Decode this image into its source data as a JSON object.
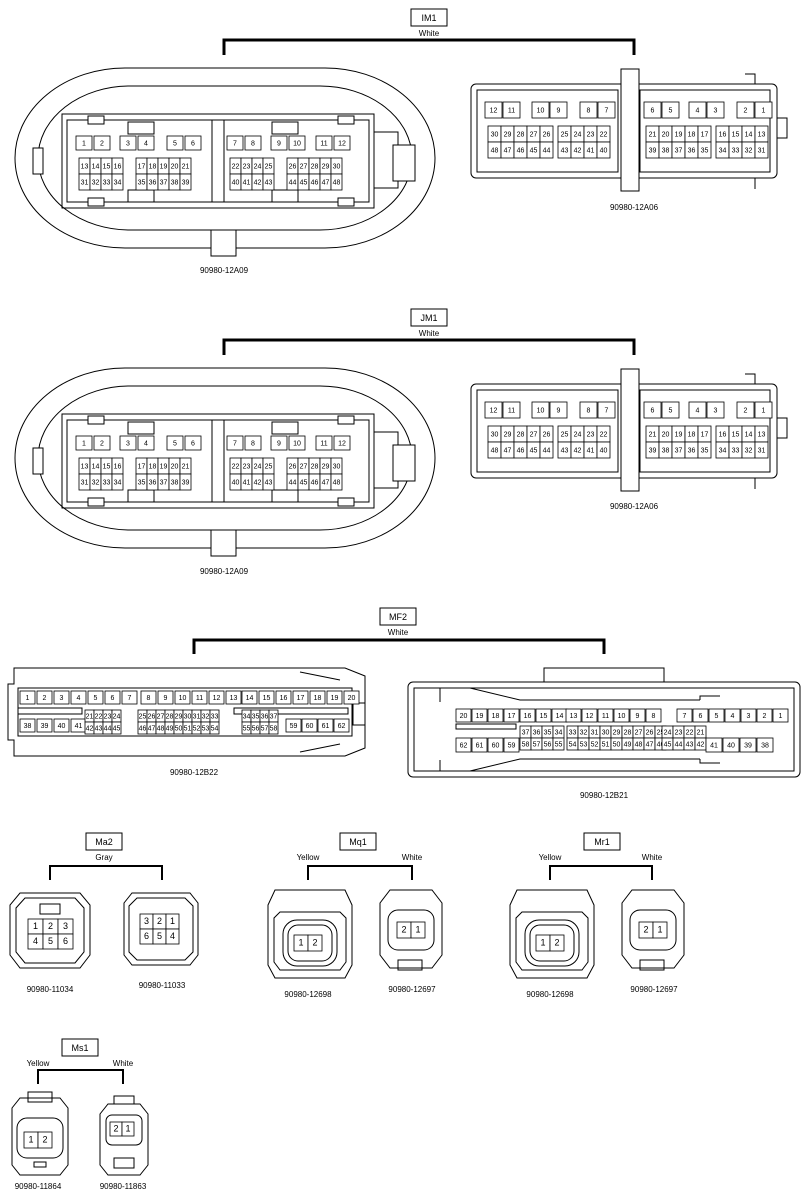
{
  "groups": [
    {
      "tag": "IM1",
      "color": "White",
      "connectors": [
        {
          "part": "90980-12A09",
          "rows": [
            [
              "1",
              "2",
              "3",
              "4",
              "5",
              "6",
              "7",
              "8",
              "9",
              "10",
              "11",
              "12"
            ],
            [
              "13",
              "14",
              "15",
              "16",
              "17",
              "18",
              "19",
              "20",
              "21",
              "22",
              "23",
              "24",
              "25",
              "26",
              "27",
              "28",
              "29",
              "30"
            ],
            [
              "31",
              "32",
              "33",
              "34",
              "35",
              "36",
              "37",
              "38",
              "39",
              "40",
              "41",
              "42",
              "43",
              "44",
              "45",
              "46",
              "47",
              "48"
            ]
          ]
        },
        {
          "part": "90980-12A06",
          "rows": [
            [
              "12",
              "11",
              "10",
              "9",
              "8",
              "7",
              "6",
              "5",
              "4",
              "3",
              "2",
              "1"
            ],
            [
              "30",
              "29",
              "28",
              "27",
              "26",
              "25",
              "24",
              "23",
              "22",
              "21",
              "20",
              "19",
              "18",
              "17",
              "16",
              "15",
              "14",
              "13"
            ],
            [
              "48",
              "47",
              "46",
              "45",
              "44",
              "43",
              "42",
              "41",
              "40",
              "39",
              "38",
              "37",
              "36",
              "35",
              "34",
              "33",
              "32",
              "31"
            ]
          ]
        }
      ]
    },
    {
      "tag": "JM1",
      "color": "White",
      "connectors": [
        {
          "part": "90980-12A09",
          "rows": [
            [
              "1",
              "2",
              "3",
              "4",
              "5",
              "6",
              "7",
              "8",
              "9",
              "10",
              "11",
              "12"
            ],
            [
              "13",
              "14",
              "15",
              "16",
              "17",
              "18",
              "19",
              "20",
              "21",
              "22",
              "23",
              "24",
              "25",
              "26",
              "27",
              "28",
              "29",
              "30"
            ],
            [
              "31",
              "32",
              "33",
              "34",
              "35",
              "36",
              "37",
              "38",
              "39",
              "40",
              "41",
              "42",
              "43",
              "44",
              "45",
              "46",
              "47",
              "48"
            ]
          ]
        },
        {
          "part": "90980-12A06",
          "rows": [
            [
              "12",
              "11",
              "10",
              "9",
              "8",
              "7",
              "6",
              "5",
              "4",
              "3",
              "2",
              "1"
            ],
            [
              "30",
              "29",
              "28",
              "27",
              "26",
              "25",
              "24",
              "23",
              "22",
              "21",
              "20",
              "19",
              "18",
              "17",
              "16",
              "15",
              "14",
              "13"
            ],
            [
              "48",
              "47",
              "46",
              "45",
              "44",
              "43",
              "42",
              "41",
              "40",
              "39",
              "38",
              "37",
              "36",
              "35",
              "34",
              "33",
              "32",
              "31"
            ]
          ]
        }
      ]
    },
    {
      "tag": "MF2",
      "color": "White",
      "connectors": [
        {
          "part": "90980-12B22",
          "rows": [
            [
              "1",
              "2",
              "3",
              "4",
              "5",
              "6",
              "7",
              "8",
              "9",
              "10",
              "11",
              "12",
              "13",
              "14",
              "15",
              "16",
              "17",
              "18",
              "19",
              "20"
            ],
            [
              "38",
              "39",
              "40",
              "41",
              "21",
              "22",
              "23",
              "24",
              "25",
              "26",
              "27",
              "28",
              "29",
              "30",
              "31",
              "32",
              "33",
              "34",
              "35",
              "36",
              "37",
              "59",
              "60",
              "61",
              "62"
            ],
            [
              "42",
              "43",
              "44",
              "45",
              "46",
              "47",
              "48",
              "49",
              "50",
              "51",
              "52",
              "53",
              "54",
              "55",
              "56",
              "57",
              "58"
            ]
          ]
        },
        {
          "part": "90980-12B21",
          "rows": [
            [
              "20",
              "19",
              "18",
              "17",
              "16",
              "15",
              "14",
              "13",
              "12",
              "11",
              "10",
              "9",
              "8",
              "7",
              "6",
              "5",
              "4",
              "3",
              "2",
              "1"
            ],
            [
              "37",
              "36",
              "35",
              "34",
              "33",
              "32",
              "31",
              "30",
              "29",
              "28",
              "27",
              "26",
              "25",
              "24",
              "23",
              "22",
              "21"
            ],
            [
              "62",
              "61",
              "60",
              "59",
              "58",
              "57",
              "56",
              "55",
              "54",
              "53",
              "52",
              "51",
              "50",
              "49",
              "48",
              "47",
              "46",
              "45",
              "44",
              "43",
              "42",
              "41",
              "40",
              "39",
              "38"
            ]
          ]
        }
      ]
    },
    {
      "tag": "Ma2",
      "color": "Gray",
      "connectors": [
        {
          "part": "90980-11034",
          "rows": [
            [
              "1",
              "2",
              "3"
            ],
            [
              "4",
              "5",
              "6"
            ]
          ]
        },
        {
          "part": "90980-11033",
          "rows": [
            [
              "3",
              "2",
              "1"
            ],
            [
              "6",
              "5",
              "4"
            ]
          ]
        }
      ]
    },
    {
      "tag": "Mq1",
      "colors": [
        "Yellow",
        "White"
      ],
      "connectors": [
        {
          "part": "90980-12698",
          "rows": [
            [
              "1",
              "2"
            ]
          ]
        },
        {
          "part": "90980-12697",
          "rows": [
            [
              "2",
              "1"
            ]
          ]
        }
      ]
    },
    {
      "tag": "Mr1",
      "colors": [
        "Yellow",
        "White"
      ],
      "connectors": [
        {
          "part": "90980-12698",
          "rows": [
            [
              "1",
              "2"
            ]
          ]
        },
        {
          "part": "90980-12697",
          "rows": [
            [
              "2",
              "1"
            ]
          ]
        }
      ]
    },
    {
      "tag": "Ms1",
      "colors": [
        "Yellow",
        "White"
      ],
      "connectors": [
        {
          "part": "90980-11864",
          "rows": [
            [
              "1",
              "2"
            ]
          ]
        },
        {
          "part": "90980-11863",
          "rows": [
            [
              "2",
              "1"
            ]
          ]
        }
      ]
    }
  ]
}
